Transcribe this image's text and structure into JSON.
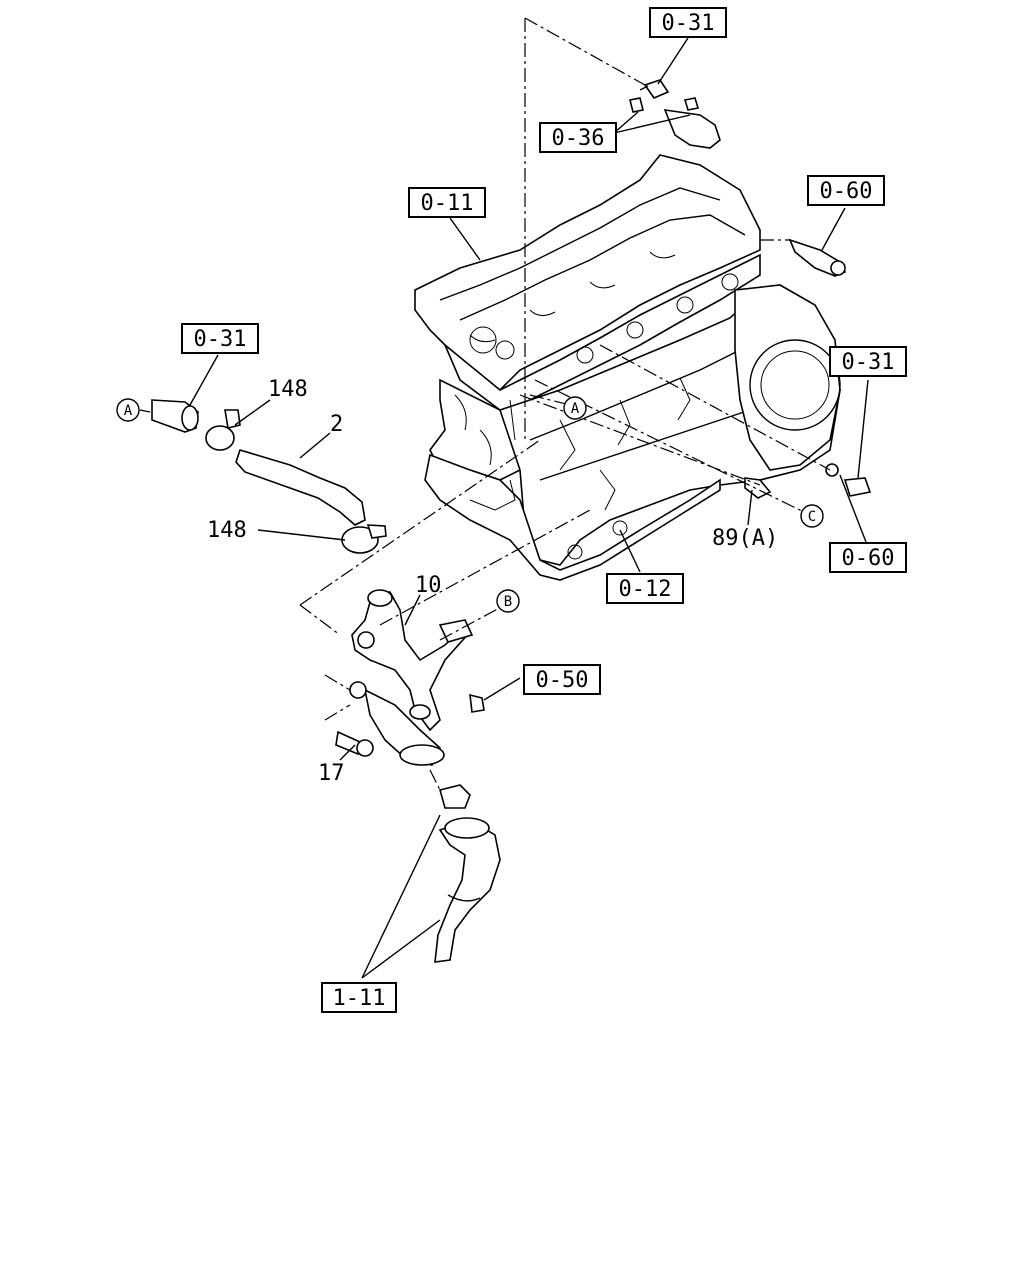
{
  "ref_boxes": [
    "0-31",
    "0-36",
    "0-60",
    "0-11",
    "0-31",
    "0-31",
    "0-60",
    "0-12",
    "0-50",
    "1-11"
  ],
  "part_numbers": [
    "148",
    "2",
    "148",
    "10",
    "17",
    "89(A)"
  ],
  "circle_markers": [
    "A",
    "A",
    "B",
    "C"
  ]
}
